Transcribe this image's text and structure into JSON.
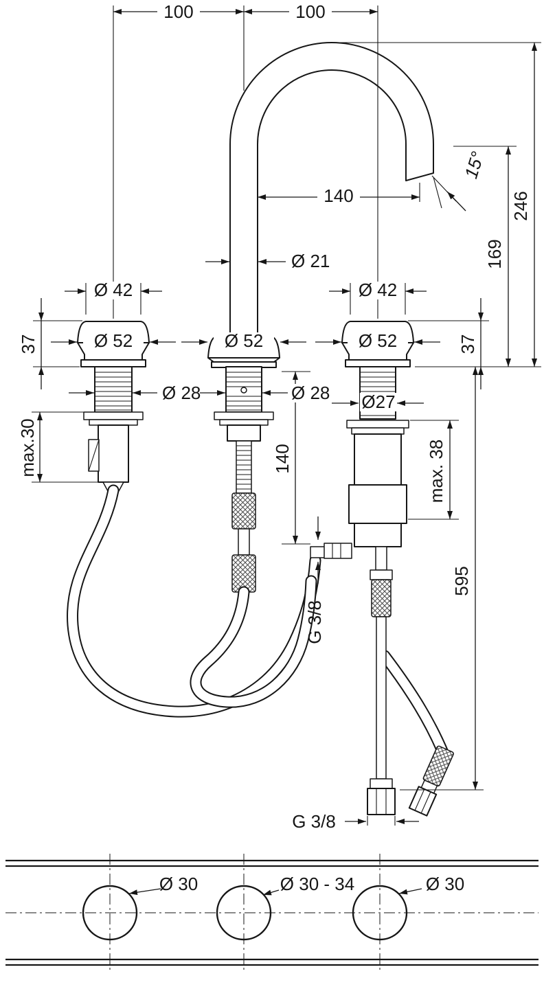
{
  "title": "3-hole basin mixer installation dimensional drawing",
  "dimensions": {
    "spacing_left": "100",
    "spacing_right": "100",
    "spout_reach": "140",
    "spout_angle": "15°",
    "height_overall": "246",
    "height_spout_outlet": "169",
    "spout_pipe_dia": "Ø 21",
    "handle_dia_left": "Ø 42",
    "handle_dia_right": "Ø 42",
    "handle_height_left": "37",
    "handle_height_right": "37",
    "rosette_dia_left": "Ø 52",
    "rosette_dia_middle": "Ø 52",
    "rosette_dia_right": "Ø 52",
    "shank_dia_left": "Ø 28",
    "shank_dia_middle": "Ø 28",
    "shank_dia_right": "Ø27",
    "counter_max_left": "max.30",
    "hose_offset_depth": "140",
    "counter_max_right": "max. 38",
    "connection_length": "595",
    "thread_side": "G 3/8",
    "thread_bottom": "G 3/8"
  },
  "holes": {
    "left": "Ø 30",
    "middle": "Ø 30 - 34",
    "right": "Ø 30"
  }
}
